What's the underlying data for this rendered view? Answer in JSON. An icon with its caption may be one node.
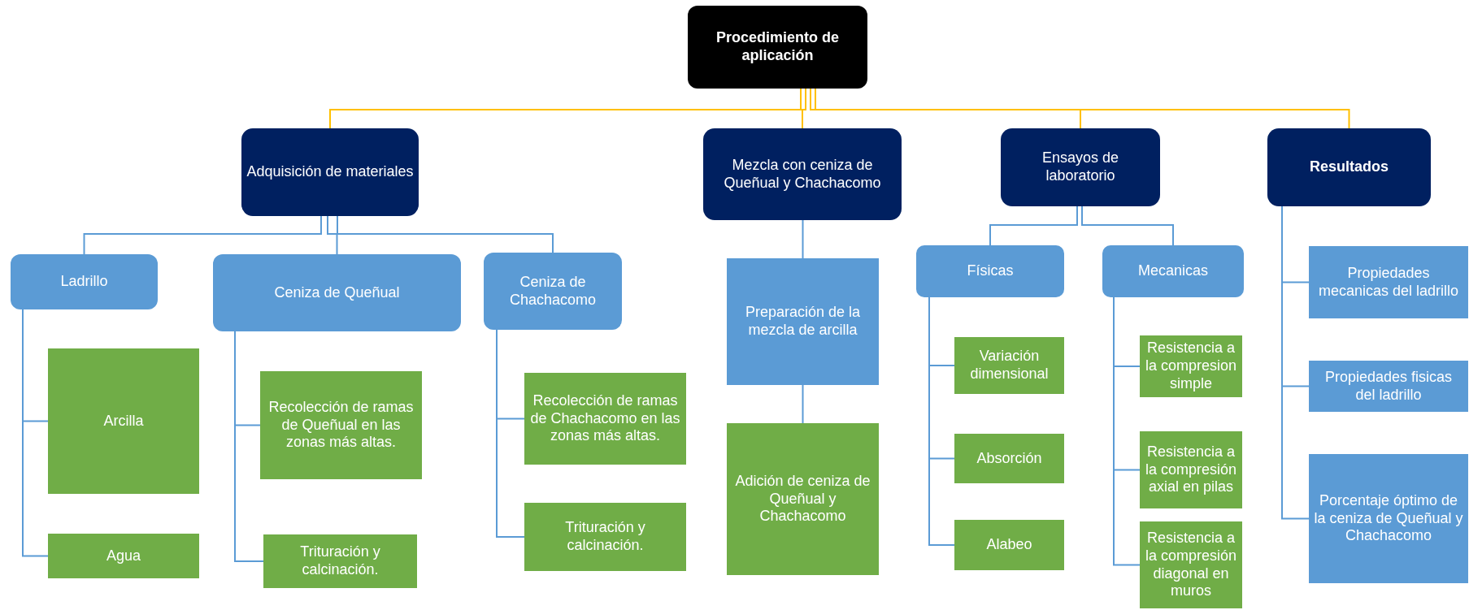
{
  "diagram": {
    "nodes": [
      {
        "text": [
          "Procedimiento de aplicación"
        ]
      },
      {
        "text": [
          "Adquisición de materiales"
        ]
      },
      {
        "text": [
          "Mezcla con ceniza de Queñual y Chachacomo"
        ]
      },
      {
        "text": [
          "Ensayos de laboratorio"
        ]
      },
      {
        "text": [
          "Resultados"
        ]
      },
      {
        "text": [
          "Ladrillo"
        ]
      },
      {
        "text": [
          "Ceniza de Queñual"
        ]
      },
      {
        "text": [
          "Ceniza de Chachacomo"
        ]
      },
      {
        "text": [
          "Arcilla"
        ]
      },
      {
        "text": [
          "Agua"
        ]
      },
      {
        "text": [
          "Recolección de ramas de Queñual en las zonas más altas."
        ]
      },
      {
        "text": [
          "Trituración y calcinación."
        ]
      },
      {
        "text": [
          "Recolección de ramas de Chachacomo en las zonas más altas."
        ]
      },
      {
        "text": [
          "Trituración y calcinación."
        ]
      },
      {
        "text": [
          "Preparación de la mezcla de arcilla"
        ]
      },
      {
        "text": [
          "Adición de ceniza de Queñual y Chachacomo"
        ]
      },
      {
        "text": [
          "Físicas"
        ]
      },
      {
        "text": [
          "Mecanicas"
        ]
      },
      {
        "text": [
          "Variación dimensional"
        ]
      },
      {
        "text": [
          "Absorción"
        ]
      },
      {
        "text": [
          "Alabeo"
        ]
      },
      {
        "text": [
          "Resistencia a la compresion simple"
        ]
      },
      {
        "text": [
          "Resistencia a la compresión axial en pilas"
        ]
      },
      {
        "text": [
          "Resistencia a la compresión diagonal en muros"
        ]
      },
      {
        "text": [
          "Propiedades mecanicas del ladrillo"
        ]
      },
      {
        "text": [
          "Propiedades fisicas del ladrillo"
        ]
      },
      {
        "text": [
          "Porcentaje óptimo de la ceniza de Queñual y Chachacomo"
        ]
      }
    ],
    "edges": [
      {
        "from": 0,
        "to": 1,
        "arrow": "none",
        "color": "#ffc000"
      },
      {
        "from": 0,
        "to": 2,
        "arrow": "none",
        "color": "#ffc000"
      },
      {
        "from": 0,
        "to": 3,
        "arrow": "none",
        "color": "#ffc000"
      },
      {
        "from": 0,
        "to": 4,
        "arrow": "none",
        "color": "#ffc000"
      },
      {
        "from": 1,
        "to": 5,
        "arrow": "none"
      },
      {
        "from": 1,
        "to": 6,
        "arrow": "none"
      },
      {
        "from": 1,
        "to": 7,
        "arrow": "none"
      },
      {
        "from": 5,
        "to": 8,
        "arrow": "none"
      },
      {
        "from": 5,
        "to": 9,
        "arrow": "none"
      },
      {
        "from": 6,
        "to": 10,
        "arrow": "none"
      },
      {
        "from": 6,
        "to": 11,
        "arrow": "none"
      },
      {
        "from": 7,
        "to": 12,
        "arrow": "none"
      },
      {
        "from": 7,
        "to": 13,
        "arrow": "none"
      },
      {
        "from": 2,
        "to": 14,
        "arrow": "none"
      },
      {
        "from": 14,
        "to": 15,
        "arrow": "none"
      },
      {
        "from": 3,
        "to": 16,
        "arrow": "none"
      },
      {
        "from": 3,
        "to": 17,
        "arrow": "none"
      },
      {
        "from": 16,
        "to": 18,
        "arrow": "none"
      },
      {
        "from": 16,
        "to": 19,
        "arrow": "none"
      },
      {
        "from": 16,
        "to": 20,
        "arrow": "none"
      },
      {
        "from": 17,
        "to": 21,
        "arrow": "none"
      },
      {
        "from": 17,
        "to": 22,
        "arrow": "none"
      },
      {
        "from": 17,
        "to": 23,
        "arrow": "none"
      },
      {
        "from": 4,
        "to": 24,
        "arrow": "none"
      },
      {
        "from": 4,
        "to": 25,
        "arrow": "none"
      },
      {
        "from": 4,
        "to": 26,
        "arrow": "none"
      }
    ]
  }
}
